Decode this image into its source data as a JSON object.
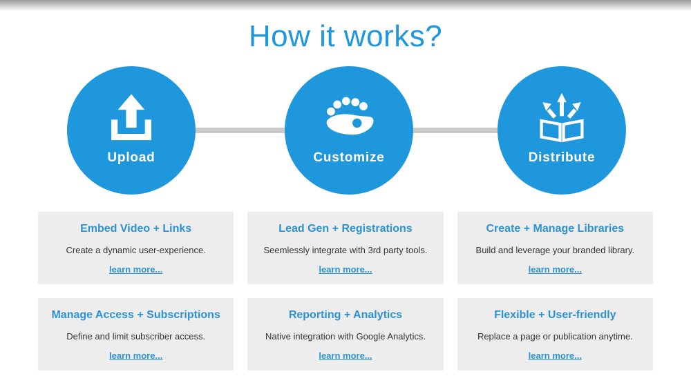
{
  "colors": {
    "accent": "#1f97dc",
    "card_bg": "#ededed",
    "card_title": "#2b92d4",
    "connector": "#c9c9c9",
    "body_text": "#333333"
  },
  "header": {
    "title": "How it works?"
  },
  "steps": [
    {
      "label": "Upload",
      "icon": "upload-tray-arrow-icon"
    },
    {
      "label": "Customize",
      "icon": "paint-palette-icon"
    },
    {
      "label": "Distribute",
      "icon": "open-book-arrows-icon"
    }
  ],
  "cards": [
    {
      "title": "Embed Video + Links",
      "description": "Create a dynamic user-experience.",
      "link_label": "learn more..."
    },
    {
      "title": "Lead Gen + Registrations",
      "description": "Seemlessly integrate with 3rd party tools.",
      "link_label": "learn more..."
    },
    {
      "title": "Create + Manage Libraries",
      "description": "Build and leverage your branded library.",
      "link_label": "learn more..."
    },
    {
      "title": "Manage Access + Subscriptions",
      "description": "Define and limit subscriber access.",
      "link_label": "learn more..."
    },
    {
      "title": "Reporting + Analytics",
      "description": "Native integration with Google Analytics.",
      "link_label": "learn more..."
    },
    {
      "title": "Flexible + User-friendly",
      "description": "Replace a page or publication anytime.",
      "link_label": "learn more..."
    }
  ]
}
